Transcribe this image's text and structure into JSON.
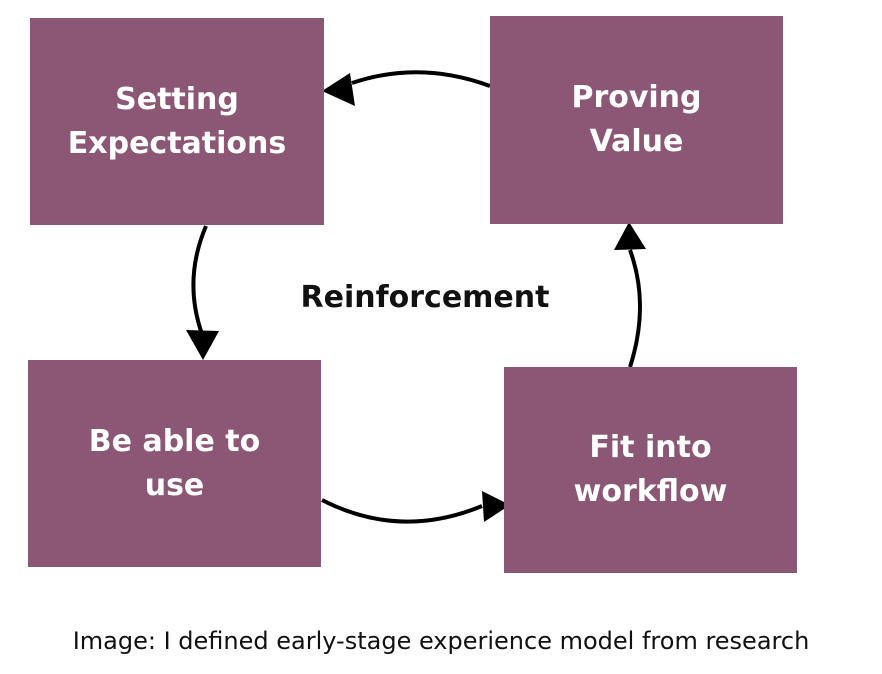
{
  "theme": {
    "box_color": "#8c5675",
    "arrow_color": "#000000",
    "text_color": "#111111"
  },
  "boxes": {
    "setting_expectations": "Setting\nExpectations",
    "proving_value": "Proving\nValue",
    "be_able_to_use": "Be able to\nuse",
    "fit_into_workflow": "Fit into\nworkflow"
  },
  "center_label": "Reinforcement",
  "caption": "Image: I defined early-stage experience model from research"
}
